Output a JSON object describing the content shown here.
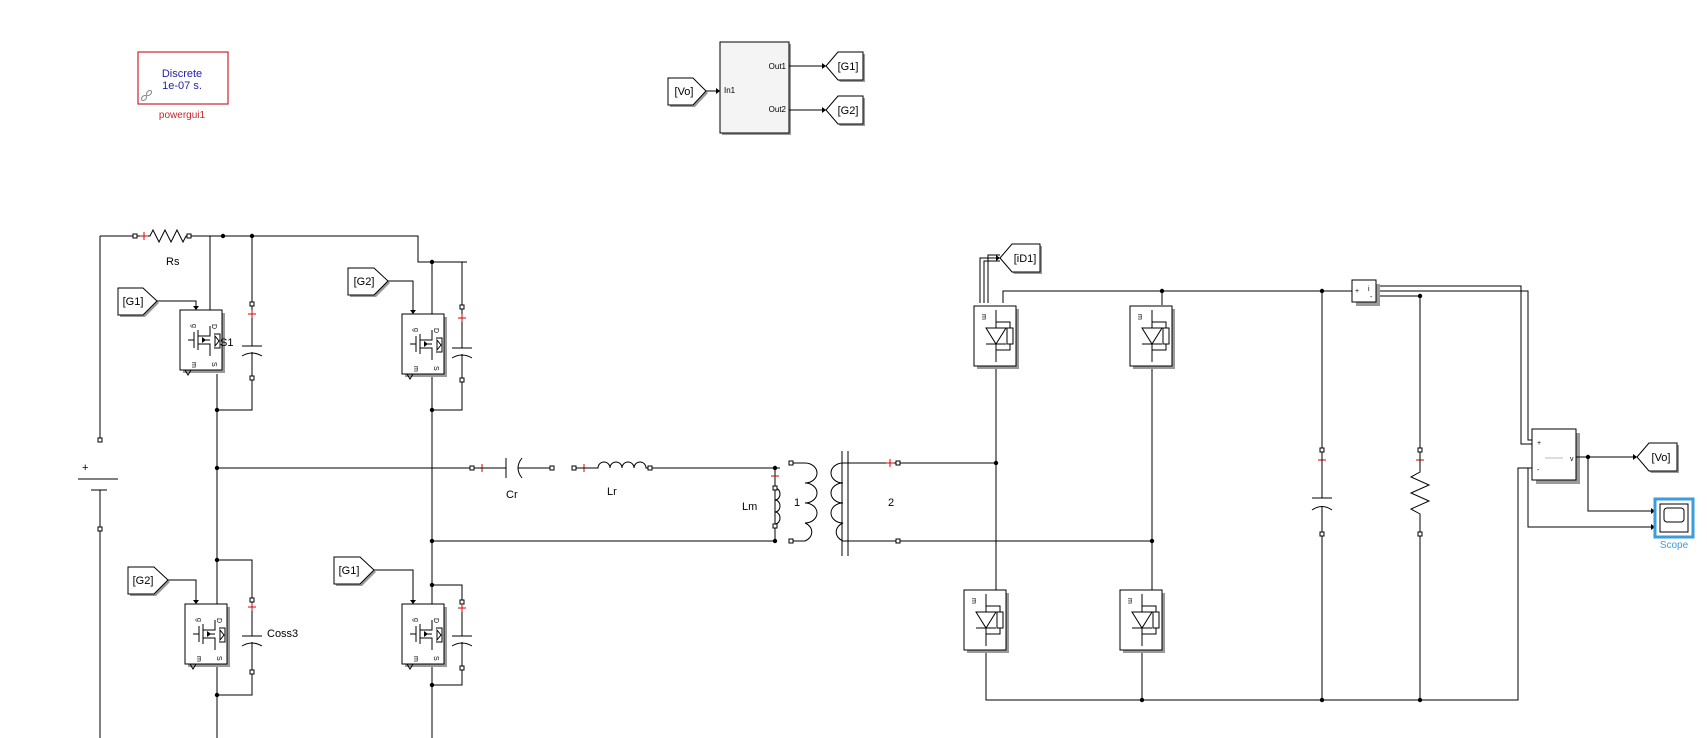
{
  "powergui": {
    "line1": "Discrete",
    "line2": "1e-07 s.",
    "name": "powergui1",
    "border_color": "#c8252c",
    "text_color": "#1f1fa8"
  },
  "subsystem": {
    "in_port": "In1",
    "out1": "Out1",
    "out2": "Out2"
  },
  "tags": {
    "vo_from_top": "[Vo]",
    "g1_goto": "[G1]",
    "g2_goto": "[G2]",
    "g1_s1": "[G1]",
    "g2_s2": "[G2]",
    "g2_s3": "[G2]",
    "g1_s4": "[G1]",
    "id1": "[iD1]",
    "vo_goto": "[Vo]"
  },
  "labels": {
    "rs": "Rs",
    "s1": "S1",
    "coss3": "Coss3",
    "cr": "Cr",
    "lr": "Lr",
    "lm": "Lm",
    "w1": "1",
    "w2": "2",
    "vsensor_v": "v",
    "scope": "Scope"
  },
  "mosfet": {
    "g": "g",
    "d": "D",
    "m": "m",
    "s": "S"
  },
  "diode": {
    "m": "m"
  },
  "colors": {
    "scope_highlight": "#3b9de0",
    "wire": "#000000",
    "positive_mark": "#dd0000"
  }
}
